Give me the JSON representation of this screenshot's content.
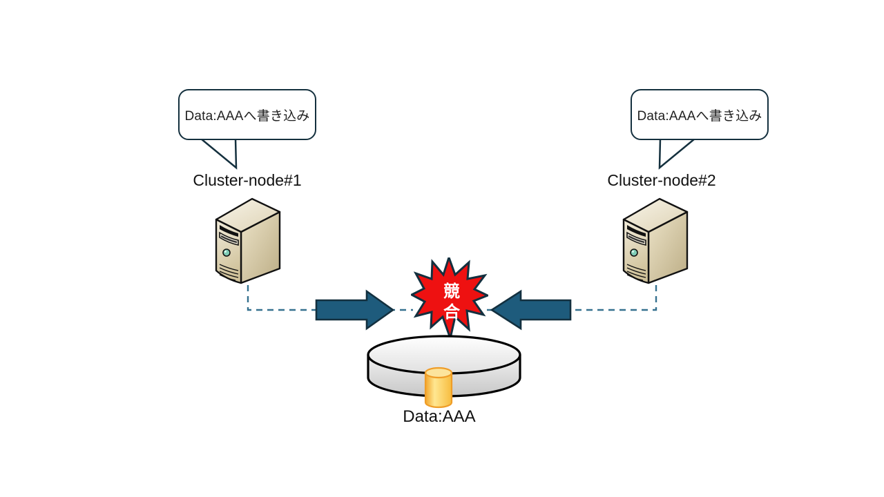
{
  "bubbles": {
    "left": {
      "text": "Data:AAAへ書き込み"
    },
    "right": {
      "text": "Data:AAAへ書き込み"
    }
  },
  "nodes": {
    "left": {
      "label": "Cluster-node#1"
    },
    "right": {
      "label": "Cluster-node#2"
    }
  },
  "conflict": {
    "label": "競合"
  },
  "datastore": {
    "label": "Data:AAA"
  },
  "colors": {
    "outline_navy": "#14303e",
    "arrow_fill": "#1e5b7c",
    "dash_blue": "#35718f",
    "conflict_red": "#ee1111",
    "server_beige": "#d9cda8",
    "disk_gray": "#e2e2e2",
    "data_gold": "#f7bc3f"
  }
}
